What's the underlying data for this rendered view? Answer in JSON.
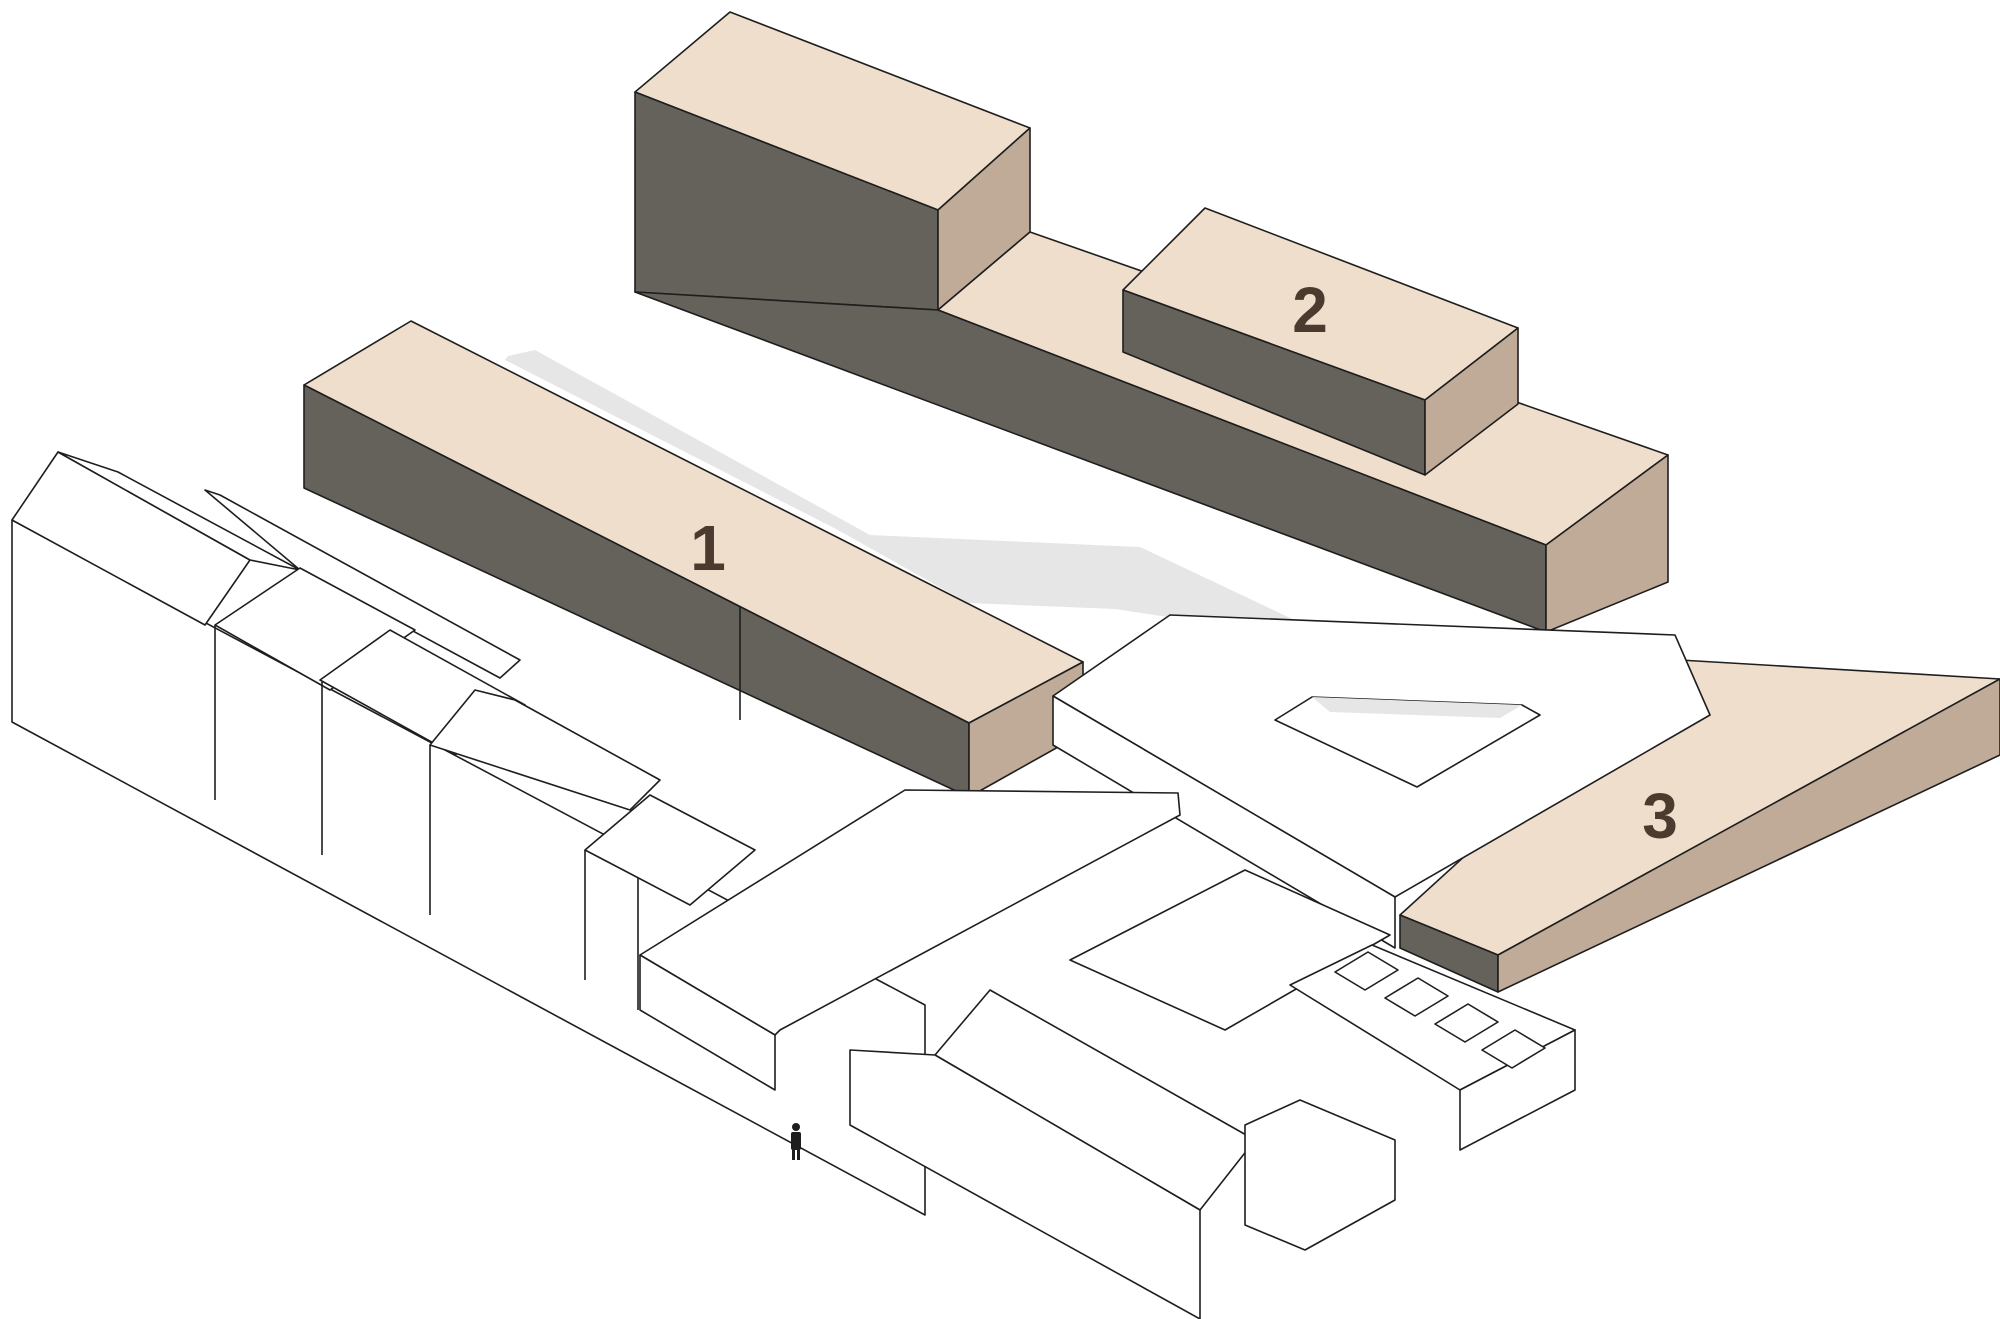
{
  "diagram": {
    "labels": [
      {
        "id": "building-1",
        "text": "1"
      },
      {
        "id": "building-2",
        "text": "2"
      },
      {
        "id": "building-3",
        "text": "3"
      }
    ],
    "colors": {
      "roof": "#efdecb",
      "dark_facade": "#65615b",
      "light_facade": "#c0ab98",
      "existing": "#ffffff",
      "path": "#e6e6e6",
      "outline": "#1e1e1e",
      "label": "#4a3b2e"
    }
  }
}
